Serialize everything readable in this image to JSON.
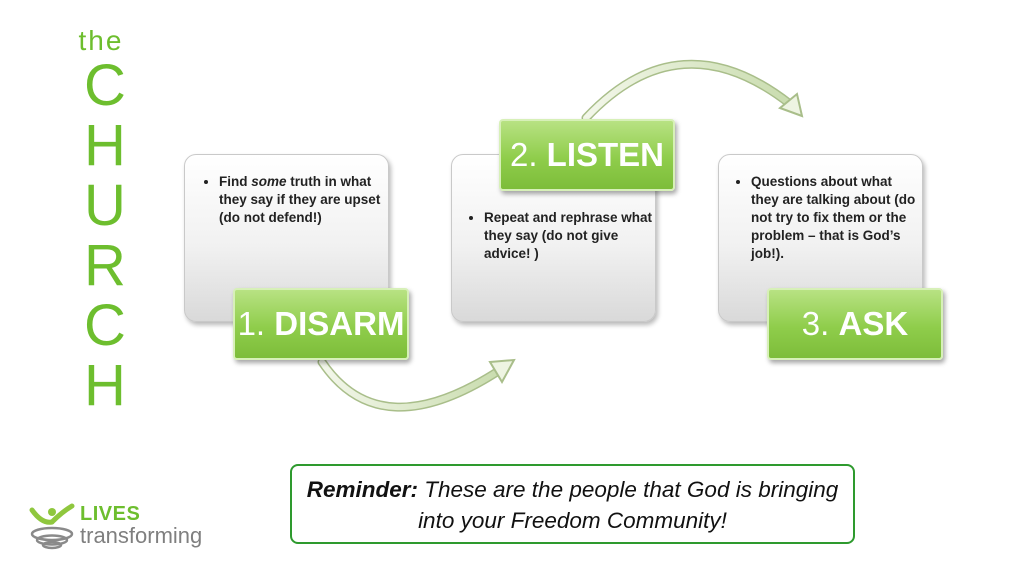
{
  "title": {
    "the": "the",
    "letters": [
      "C",
      "H",
      "U",
      "R",
      "C",
      "H"
    ]
  },
  "logo": {
    "line1": "LIVES",
    "line2": "transforming"
  },
  "steps": [
    {
      "number": "1.",
      "label": "DISARM",
      "bullet_before": "Find ",
      "bullet_emphasis": "some",
      "bullet_after": " truth in what they say if they are upset (do not defend!)"
    },
    {
      "number": "2.",
      "label": "LISTEN",
      "bullet": "Repeat and rephrase what they say (do not give advice! )"
    },
    {
      "number": "3.",
      "label": "ASK",
      "bullet": "Questions about what they are talking about (do not try to fix them or the problem – that is God’s job!)."
    }
  ],
  "reminder": {
    "lead": "Reminder:",
    "text": " These are the people that God is bringing into your Freedom Community!"
  },
  "colors": {
    "green": "#6dbe2e",
    "step_green": "#8fcd4b",
    "border_green": "#2e9a2e",
    "gray": "#7f7f7f"
  }
}
